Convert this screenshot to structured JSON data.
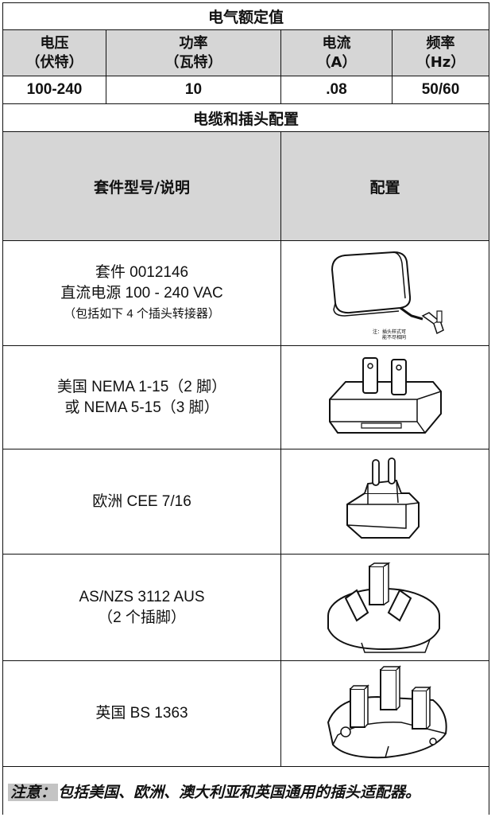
{
  "electrical": {
    "title": "电气额定值",
    "headers": [
      {
        "line1": "电压",
        "line2": "（伏特）"
      },
      {
        "line1": "功率",
        "line2": "（瓦特）"
      },
      {
        "line1": "电流",
        "line2": "（A）"
      },
      {
        "line1": "频率",
        "line2": "（Hz）"
      }
    ],
    "values": [
      "100-240",
      "10",
      ".08",
      "50/60"
    ]
  },
  "cable_section": {
    "title": "电缆和插头配置",
    "col_kit": "套件型号/说明",
    "col_config": "配置"
  },
  "kits": [
    {
      "line1": "套件 0012146",
      "line2": "直流电源 100 - 240 VAC",
      "line3": "（包括如下 4 个插头转接器）",
      "image_note_line1": "注：插头样式可",
      "image_note_line2": "能不尽相同",
      "icon": "power-supply-icon"
    },
    {
      "line1": "美国 NEMA 1-15（2 脚）",
      "line2": "或 NEMA 5-15（3 脚）",
      "icon": "us-plug-icon"
    },
    {
      "line1": "欧洲 CEE 7/16",
      "icon": "eu-plug-icon"
    },
    {
      "line1": "AS/NZS 3112 AUS",
      "line2": "（2 个插脚）",
      "icon": "au-plug-icon"
    },
    {
      "line1": "英国 BS 1363",
      "icon": "uk-plug-icon"
    }
  ],
  "note": {
    "label": "注意：",
    "text": "包括美国、欧洲、澳大利亚和英国通用的插头适配器。"
  }
}
